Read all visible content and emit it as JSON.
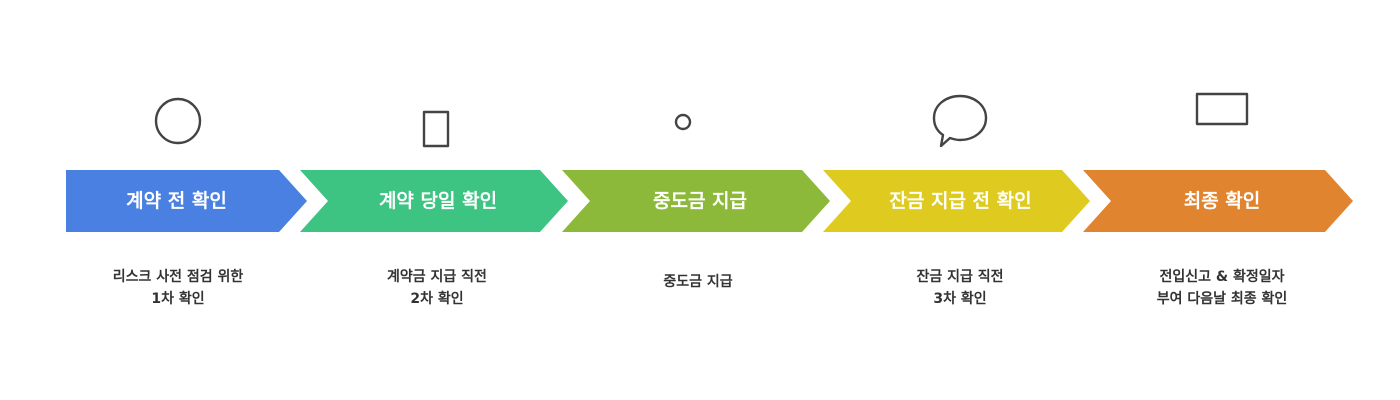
{
  "steps": [
    {
      "title": "계약 전 확인",
      "desc1": "리스크 사전 점검 위한",
      "desc2": "1차 확인",
      "color": "#4A80E2",
      "icon": "house-target-icon"
    },
    {
      "title": "계약 당일 확인",
      "desc1": "계약금 지급 직전",
      "desc2": "2차 확인",
      "color": "#3DC483",
      "icon": "document-check-icon"
    },
    {
      "title": "중도금 지급",
      "desc1": "중도금 지급",
      "desc2": "",
      "color": "#8DB93A",
      "icon": "money-transfer-icon"
    },
    {
      "title": "잔금 지급 전 확인",
      "desc1": "잔금 지급 직전",
      "desc2": "3차 확인",
      "color": "#DFCB1F",
      "icon": "chat-check-icon"
    },
    {
      "title": "최종 확인",
      "desc1": "전입신고 & 확정일자",
      "desc2": "부여 다음날 최종 확인",
      "color": "#E1842F",
      "icon": "board-check-icon"
    }
  ]
}
